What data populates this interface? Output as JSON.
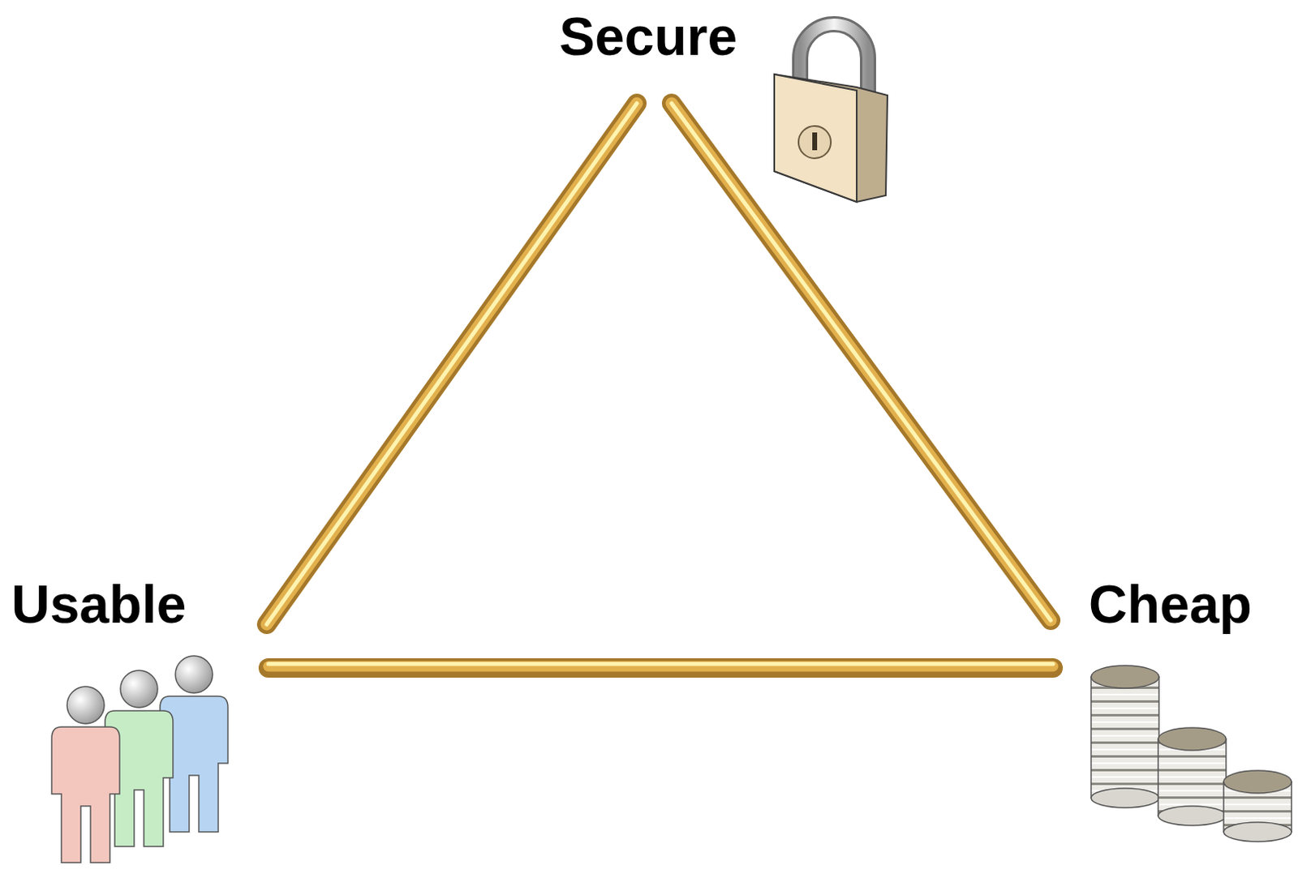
{
  "diagram": {
    "labels": [
      "Secure",
      "Usable",
      "Cheap"
    ]
  }
}
